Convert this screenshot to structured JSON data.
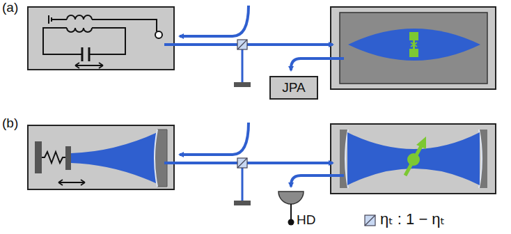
{
  "diagram": {
    "nodes": [
      {
        "text": [
          "JPA"
        ]
      },
      {
        "text": [
          "HD"
        ]
      }
    ],
    "labels": [
      "(a)",
      "(b)",
      "ηₜ : 1 − ηₜ"
    ]
  }
}
